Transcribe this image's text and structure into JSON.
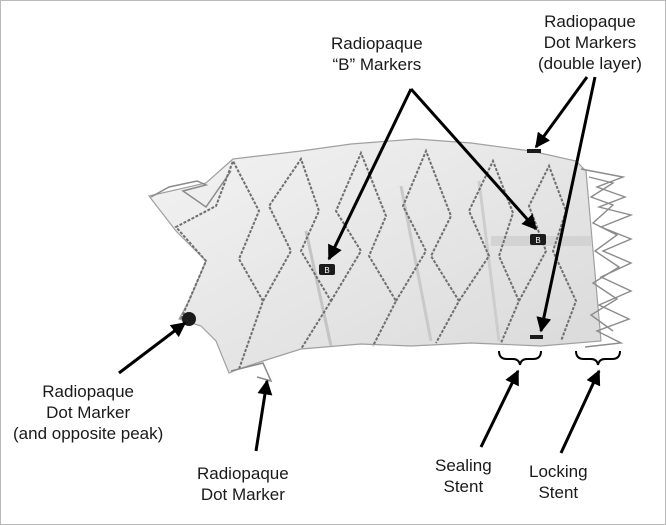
{
  "labels": {
    "b_markers": [
      "Radiopaque",
      "“B” Markers"
    ],
    "dot_double": [
      "Radiopaque",
      "Dot Markers",
      "(double layer)"
    ],
    "dot_opposite": [
      "Radiopaque",
      "Dot Marker",
      "(and opposite peak)"
    ],
    "dot_single": [
      "Radiopaque",
      "Dot Marker"
    ],
    "sealing": [
      "Sealing",
      "Stent"
    ],
    "locking": [
      "Locking",
      "Stent"
    ]
  },
  "marker_glyph": "B",
  "colors": {
    "graft_fabric": "#e9e9e9",
    "graft_shadow": "#d0d0d0",
    "stent_wire": "#6f6f6f",
    "marker": "#1b1b1b",
    "arrow": "#000000",
    "frame_border": "#b9b9b9"
  },
  "icons": [
    "arrow-pointer-icon",
    "curly-brace-icon",
    "radiopaque-dot-icon",
    "b-marker-icon"
  ]
}
